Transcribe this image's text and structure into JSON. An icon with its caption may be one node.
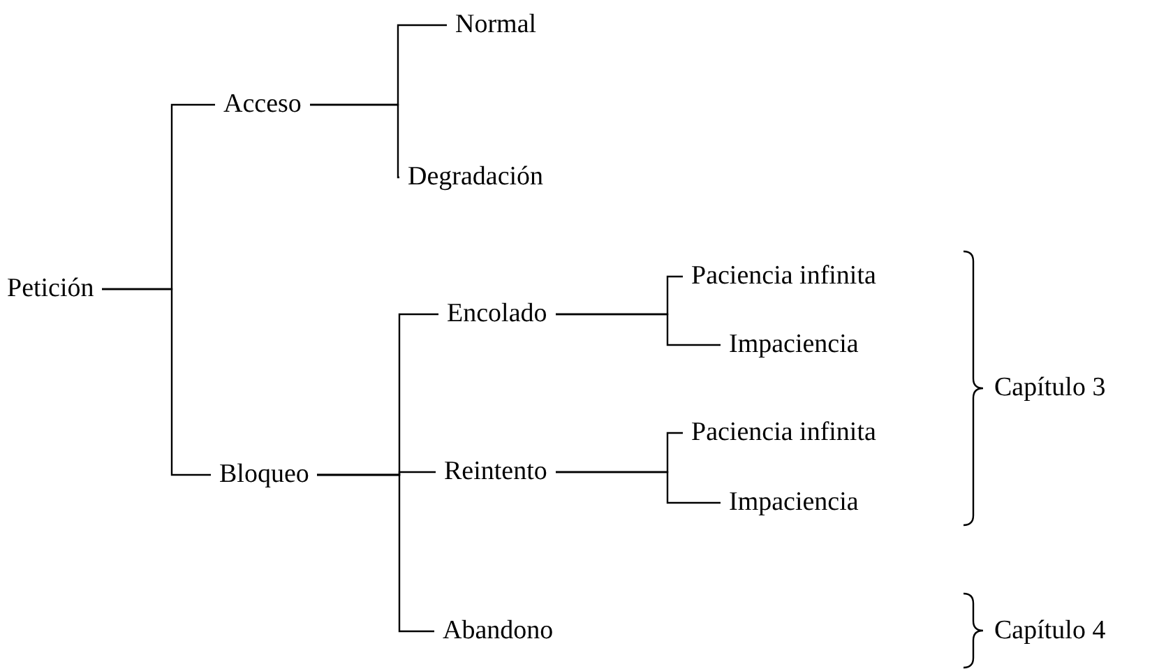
{
  "diagram": {
    "nodes": [
      {
        "text": [
          "Petición"
        ]
      },
      {
        "text": [
          "Acceso"
        ]
      },
      {
        "text": [
          "Normal"
        ]
      },
      {
        "text": [
          "Degradación"
        ]
      },
      {
        "text": [
          "Bloqueo"
        ]
      },
      {
        "text": [
          "Encolado"
        ]
      },
      {
        "text": [
          "Paciencia infinita"
        ]
      },
      {
        "text": [
          "Impaciencia"
        ]
      },
      {
        "text": [
          "Reintento"
        ]
      },
      {
        "text": [
          "Paciencia infinita"
        ]
      },
      {
        "text": [
          "Impaciencia"
        ]
      },
      {
        "text": [
          "Abandono"
        ]
      }
    ],
    "edges": [
      {
        "from": 0,
        "to": 1,
        "arrow": "none"
      },
      {
        "from": 0,
        "to": 4,
        "arrow": "none"
      },
      {
        "from": 1,
        "to": 2,
        "arrow": "none"
      },
      {
        "from": 1,
        "to": 3,
        "arrow": "none"
      },
      {
        "from": 4,
        "to": 5,
        "arrow": "none"
      },
      {
        "from": 4,
        "to": 8,
        "arrow": "none"
      },
      {
        "from": 4,
        "to": 11,
        "arrow": "none"
      },
      {
        "from": 5,
        "to": 6,
        "arrow": "none"
      },
      {
        "from": 5,
        "to": 7,
        "arrow": "none"
      },
      {
        "from": 8,
        "to": 9,
        "arrow": "none"
      },
      {
        "from": 8,
        "to": 10,
        "arrow": "none"
      }
    ],
    "labels": [
      "Capítulo 3",
      "Capítulo 4"
    ]
  }
}
